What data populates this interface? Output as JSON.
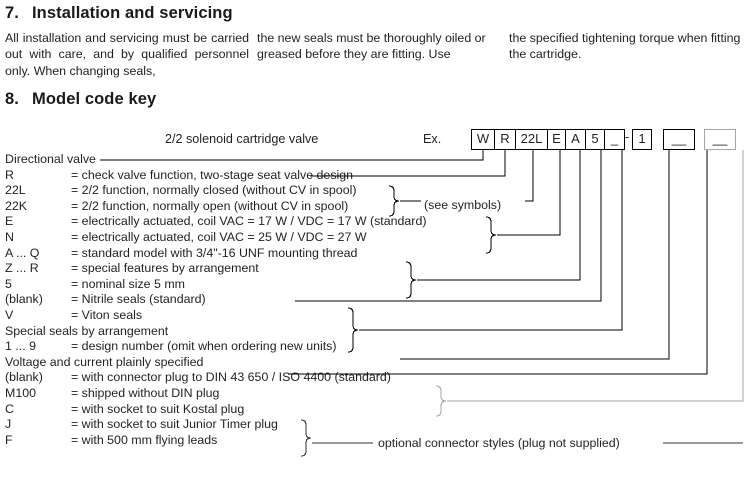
{
  "sections": {
    "s7": {
      "number": "7.",
      "title": "Installation and servicing"
    },
    "s8": {
      "number": "8.",
      "title": "Model code key"
    }
  },
  "body_columns": [
    "All installation and servicing  must be carried out with care, and by qualified personnel only. When changing seals,",
    "the new seals must be thoroughly oiled or greased before they are fitting. Use",
    "the specified tightening torque when fitting the cartridge."
  ],
  "code_key": {
    "product_title": "2/2 solenoid cartridge valve",
    "example_label": "Ex.",
    "boxes": [
      {
        "text": "W",
        "width": 24,
        "grey": false
      },
      {
        "text": "R",
        "width": 22,
        "grey": false
      },
      {
        "text": "22L",
        "width": 33,
        "grey": false
      },
      {
        "text": "E",
        "width": 19,
        "grey": false
      },
      {
        "text": "A",
        "width": 21,
        "grey": false
      },
      {
        "text": "5",
        "width": 20,
        "grey": false
      },
      {
        "text": "_",
        "width": 21,
        "grey": false
      },
      {
        "text": "1",
        "width": 20,
        "grey": false
      },
      {
        "text": "__",
        "width": 32,
        "grey": false
      },
      {
        "text": "__",
        "width": 32,
        "grey": true
      }
    ],
    "dash_separator": "-",
    "see_symbols_note": "(see symbols)",
    "optional_note": "optional connector styles (plug not supplied)"
  },
  "legend_rows": [
    {
      "type": "full",
      "text": "Directional valve"
    },
    {
      "type": "pair",
      "code": "R",
      "desc": "= check valve function, two-stage seat valve design"
    },
    {
      "type": "pair",
      "code": "22L",
      "desc": "= 2/2 function, normally closed (without CV in spool)"
    },
    {
      "type": "pair",
      "code": "22K",
      "desc": "= 2/2 function, normally open   (without CV in spool)"
    },
    {
      "type": "pair",
      "code": "E",
      "desc": "= electrically actuated, coil VAC = 17 W  /  VDC = 17 W (standard)"
    },
    {
      "type": "pair",
      "code": "N",
      "desc": "= electrically actuated, coil VAC = 25 W  /  VDC = 27 W"
    },
    {
      "type": "pair",
      "code": "A ... Q",
      "desc": "= standard model with 3/4\"-16 UNF mounting thread"
    },
    {
      "type": "pair",
      "code": "Z ... R",
      "desc": "= special features by arrangement"
    },
    {
      "type": "pair",
      "code": "5",
      "desc": "= nominal size 5 mm"
    },
    {
      "type": "pair",
      "code": "(blank)",
      "desc": "= Nitrile seals (standard)"
    },
    {
      "type": "pair",
      "code": "V",
      "desc": "= Viton seals"
    },
    {
      "type": "full",
      "text": "Special seals by arrangement"
    },
    {
      "type": "pair",
      "code": "1 ... 9",
      "desc": "= design number (omit when ordering new units)"
    },
    {
      "type": "full",
      "text": "Voltage and current plainly specified"
    },
    {
      "type": "pair",
      "code": "(blank)",
      "desc": "= with connector plug to DIN 43 650 / ISO 4400 (standard)"
    },
    {
      "type": "pair",
      "code": "M100",
      "desc": "= shipped without DIN plug"
    },
    {
      "type": "pair",
      "code": "C",
      "desc": "= with socket to suit Kostal plug"
    },
    {
      "type": "pair",
      "code": "J",
      "desc": "= with socket to suit Junior Timer plug"
    },
    {
      "type": "pair",
      "code": "F",
      "desc": "= with 500 mm flying leads"
    }
  ],
  "colors": {
    "text": "#231f20",
    "line_black": "#000000",
    "line_grey": "#a6a6a6",
    "background": "#ffffff"
  }
}
